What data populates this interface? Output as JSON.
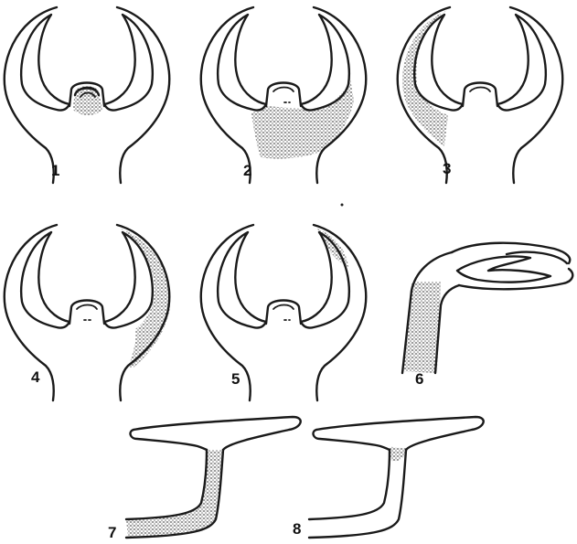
{
  "figure": {
    "stipple_color": "#555555",
    "line_color": "#1a1a1a",
    "background": "#ffffff",
    "panels": [
      {
        "label": "1",
        "view": "coronal",
        "shaded_region": "sulcus-center"
      },
      {
        "label": "2",
        "view": "coronal",
        "shaded_region": "stem-upper"
      },
      {
        "label": "3",
        "view": "coronal",
        "shaded_region": "left-lateral"
      },
      {
        "label": "4",
        "view": "coronal",
        "shaded_region": "right-lateral-full"
      },
      {
        "label": "5",
        "view": "coronal",
        "shaded_region": "right-tip"
      },
      {
        "label": "6",
        "view": "sagittal",
        "shaded_region": "stem-posterior"
      },
      {
        "label": "7",
        "view": "side",
        "shaded_region": "stem-and-base"
      },
      {
        "label": "8",
        "view": "side",
        "shaded_region": "neck-only"
      }
    ]
  }
}
